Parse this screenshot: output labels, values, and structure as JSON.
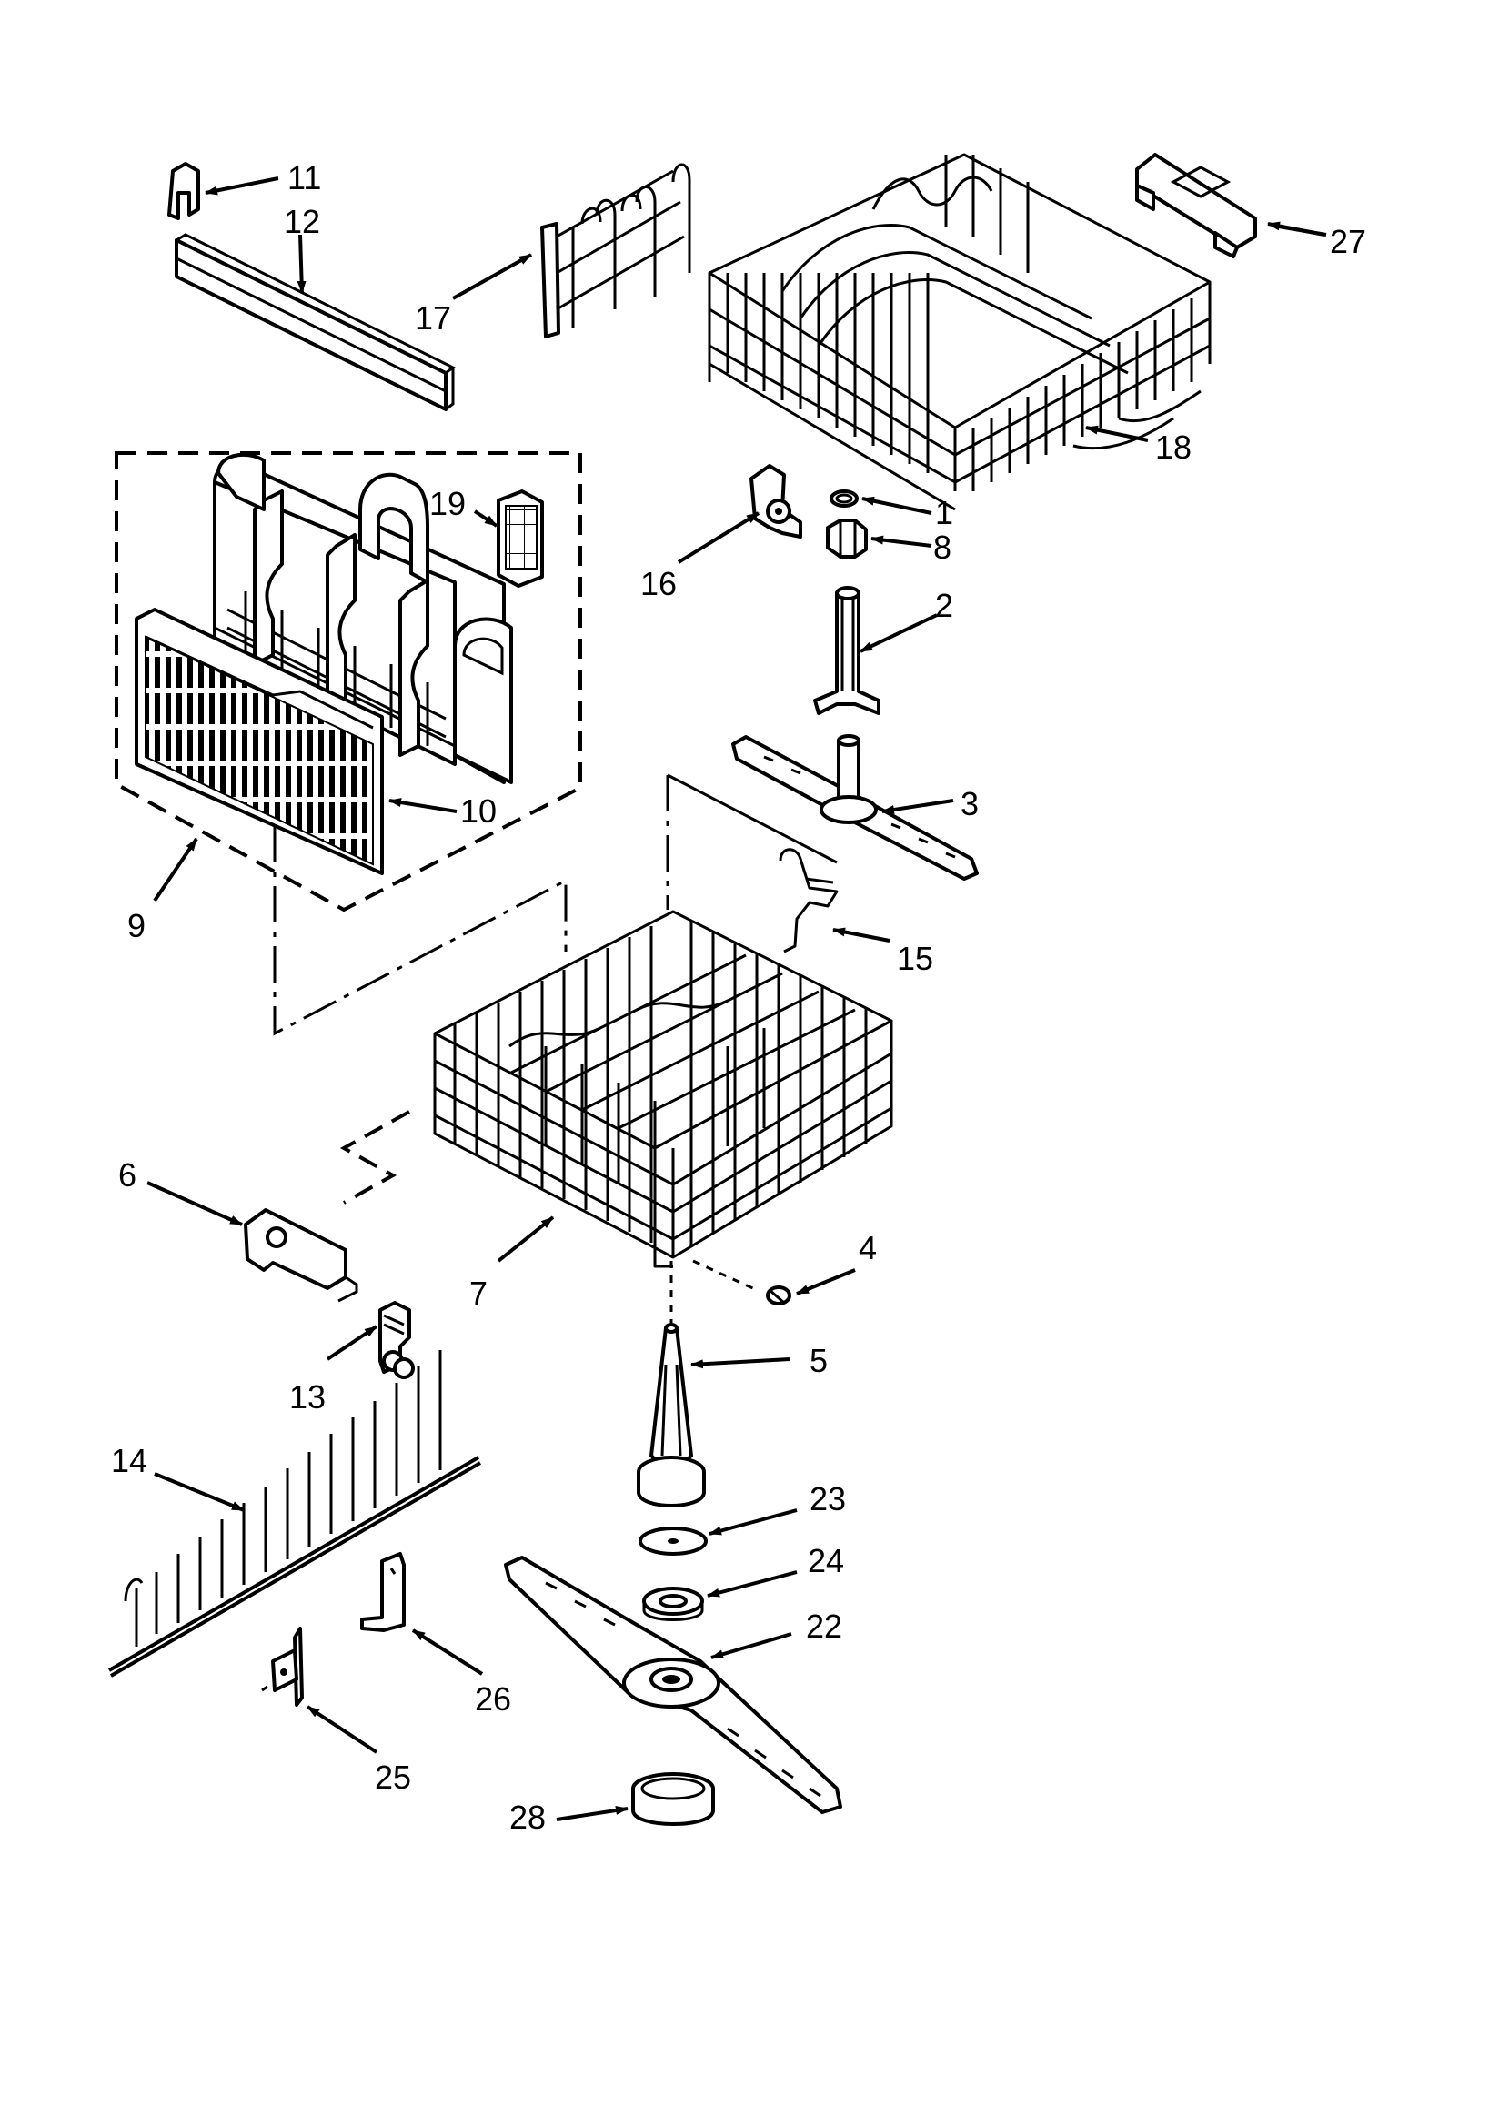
{
  "labels": {
    "p1": "1",
    "p2": "2",
    "p3": "3",
    "p4": "4",
    "p5": "5",
    "p6": "6",
    "p7": "7",
    "p8": "8",
    "p9": "9",
    "p10": "10",
    "p11": "11",
    "p12": "12",
    "p13": "13",
    "p14": "14",
    "p15": "15",
    "p16": "16",
    "p17": "17",
    "p18": "18",
    "p19": "19",
    "p22": "22",
    "p23": "23",
    "p24": "24",
    "p25": "25",
    "p26": "26",
    "p27": "27",
    "p28": "28"
  }
}
